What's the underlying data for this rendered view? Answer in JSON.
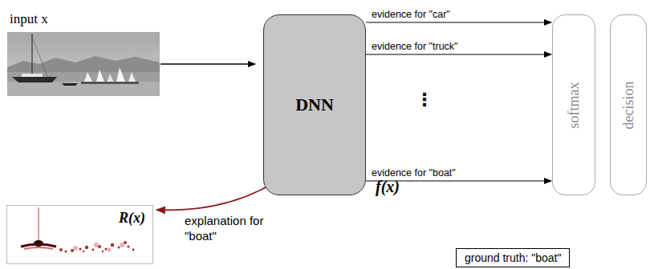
{
  "diagram": {
    "nodes": [
      {
        "text": [
          "DNN"
        ]
      },
      {
        "text": [
          "softmax"
        ]
      },
      {
        "text": [
          "decision"
        ]
      },
      {
        "text": [
          "R(x)"
        ]
      },
      {
        "text": [
          "ground truth: \"boat\""
        ]
      }
    ],
    "edges": [
      {
        "from": 0,
        "to": 1,
        "arrow": "to",
        "label": "evidence for \"car\""
      },
      {
        "from": 0,
        "to": 1,
        "arrow": "to",
        "label": "evidence for \"truck\""
      },
      {
        "from": 0,
        "to": 1,
        "arrow": "to",
        "label": "evidence for \"boat\""
      },
      {
        "from": 0,
        "to": 3,
        "arrow": "to"
      }
    ],
    "labels": [
      "input x",
      "⋮",
      "f(x)",
      "explanation for \"boat\""
    ]
  }
}
